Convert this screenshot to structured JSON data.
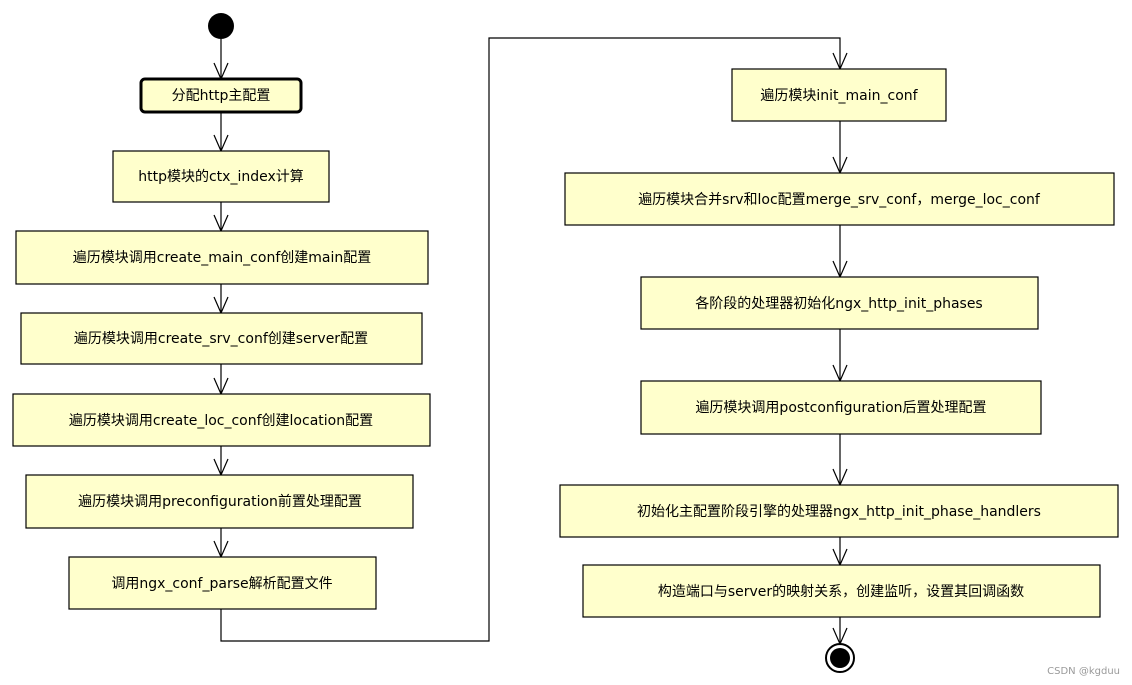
{
  "nodes": [
    {
      "id": "n1",
      "label": "分配http主配置"
    },
    {
      "id": "n2",
      "label": "http模块的ctx_index计算"
    },
    {
      "id": "n3",
      "label": "遍历模块调用create_main_conf创建main配置"
    },
    {
      "id": "n4",
      "label": "遍历模块调用create_srv_conf创建server配置"
    },
    {
      "id": "n5",
      "label": "遍历模块调用create_loc_conf创建location配置"
    },
    {
      "id": "n6",
      "label": "遍历模块调用preconfiguration前置处理配置"
    },
    {
      "id": "n7",
      "label": "调用ngx_conf_parse解析配置文件"
    },
    {
      "id": "n8",
      "label": "遍历模块init_main_conf"
    },
    {
      "id": "n9",
      "label": "遍历模块合并srv和loc配置merge_srv_conf，merge_loc_conf"
    },
    {
      "id": "n10",
      "label": "各阶段的处理器初始化ngx_http_init_phases"
    },
    {
      "id": "n11",
      "label": "遍历模块调用postconfiguration后置处理配置"
    },
    {
      "id": "n12",
      "label": "初始化主配置阶段引擎的处理器ngx_http_init_phase_handlers"
    },
    {
      "id": "n13",
      "label": "构造端口与server的映射关系，创建监听，设置其回调函数"
    }
  ],
  "edges": [
    [
      "start",
      "n1"
    ],
    [
      "n1",
      "n2"
    ],
    [
      "n2",
      "n3"
    ],
    [
      "n3",
      "n4"
    ],
    [
      "n4",
      "n5"
    ],
    [
      "n5",
      "n6"
    ],
    [
      "n6",
      "n7"
    ],
    [
      "n7",
      "n8"
    ],
    [
      "n8",
      "n9"
    ],
    [
      "n9",
      "n10"
    ],
    [
      "n10",
      "n11"
    ],
    [
      "n11",
      "n12"
    ],
    [
      "n12",
      "n13"
    ],
    [
      "n13",
      "end"
    ]
  ],
  "watermark": "CSDN @kgduu",
  "colors": {
    "node_fill": "#ffffcc",
    "stroke": "#000000",
    "watermark": "#9a9a9a"
  }
}
